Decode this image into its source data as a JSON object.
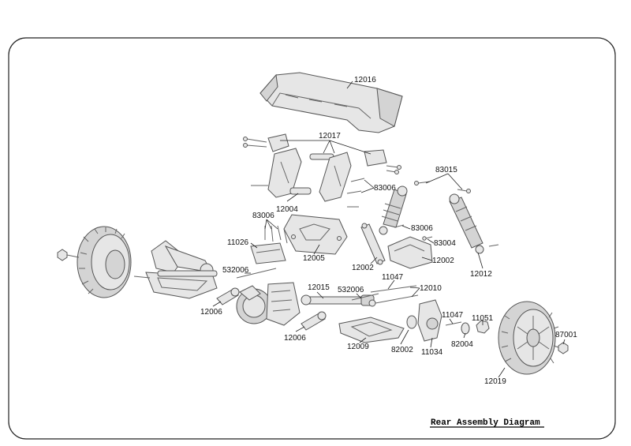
{
  "caption": "Rear Assembly Diagram",
  "labels": {
    "wing": "12016",
    "wing_mount": "12017",
    "wing_stay_screws": "83006",
    "wing_stay": "12004",
    "shock_top_screws": "83015",
    "plate_screws": "83006",
    "brace": "11026",
    "plate": "12005",
    "link_bar": "12002",
    "shock_screw": "83006",
    "shock_mount_screw": "83004",
    "shock_guard": "12002",
    "shock": "12012",
    "pin_left": "532006",
    "dogbone_left": "12006",
    "driveshaft": "12015",
    "pin_center": "532006",
    "washer_top": "11047",
    "turnbuckle": "12010",
    "dogbone_center": "12006",
    "lower_arm": "12009",
    "bearing_hub": "82002",
    "hub_carrier": "11034",
    "washer_right": "11047",
    "bearing": "82004",
    "hex_adapter": "11051",
    "wheel_nut": "87001",
    "wheel": "12019"
  }
}
